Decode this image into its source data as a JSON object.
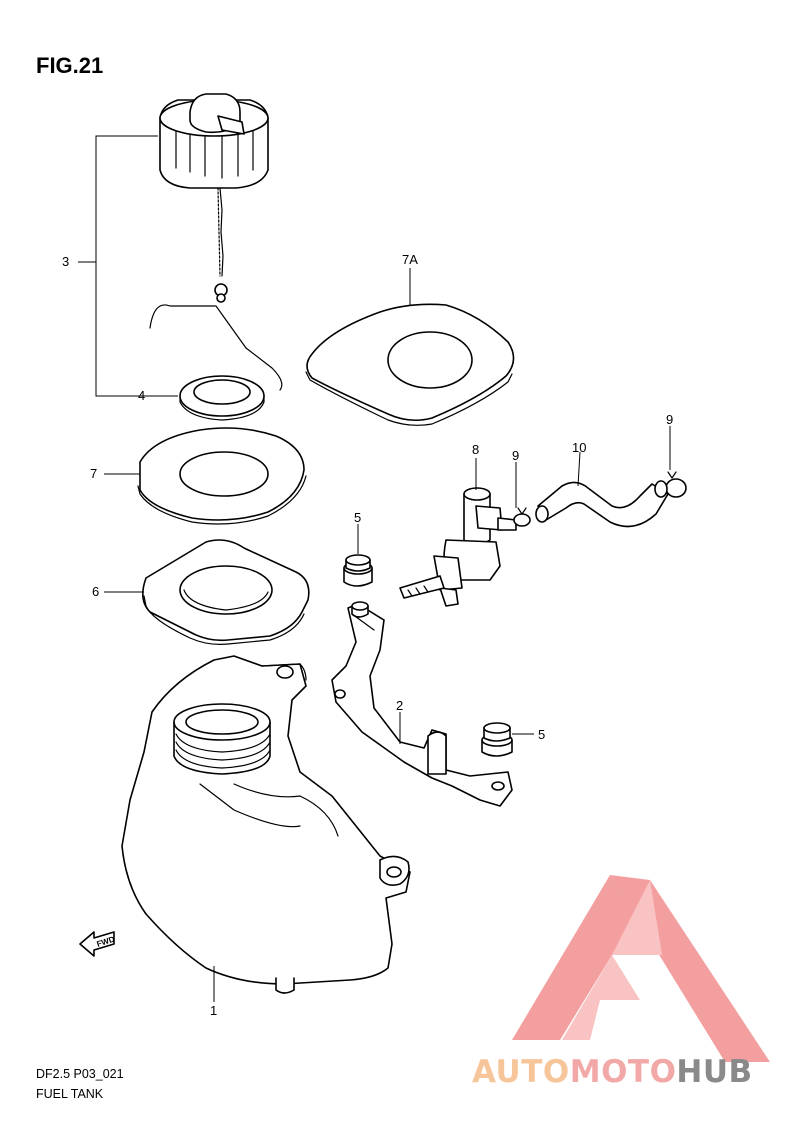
{
  "figure": {
    "title": "FIG.21"
  },
  "captions": {
    "model_code": "DF2.5 P03_021",
    "section_name": "FUEL TANK"
  },
  "fwd_marker": {
    "label": "FWD",
    "icon": "fwd-arrow-icon"
  },
  "callouts": [
    {
      "id": "c3",
      "label": "3"
    },
    {
      "id": "c7a",
      "label": "7A"
    },
    {
      "id": "c4",
      "label": "4"
    },
    {
      "id": "c7",
      "label": "7"
    },
    {
      "id": "c8",
      "label": "8"
    },
    {
      "id": "c9a",
      "label": "9"
    },
    {
      "id": "c10",
      "label": "10"
    },
    {
      "id": "c9b",
      "label": "9"
    },
    {
      "id": "c5a",
      "label": "5"
    },
    {
      "id": "c6",
      "label": "6"
    },
    {
      "id": "c2",
      "label": "2"
    },
    {
      "id": "c5b",
      "label": "5"
    },
    {
      "id": "c1",
      "label": "1"
    }
  ],
  "watermark": {
    "parts": [
      "AUTO",
      "MOTO",
      "HUB"
    ],
    "colors": {
      "auto": "#f7c59a",
      "moto": "#f3a8a8",
      "hub": "#8a8a8a",
      "logo": "#f07f7f"
    },
    "icon": "automotohub-logo-icon"
  }
}
